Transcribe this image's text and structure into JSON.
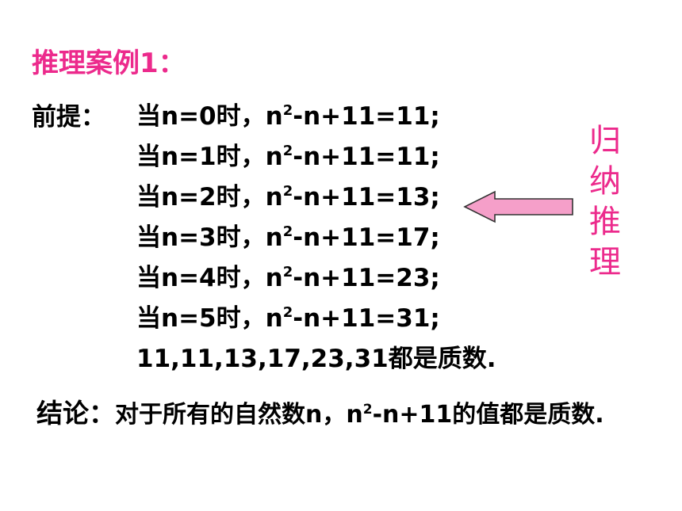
{
  "title": "推理案例1：",
  "premise_label": "前提：",
  "premises": [
    {
      "prefix": "当n=0时，n",
      "sup": "2",
      "suffix": "-n+11=11;"
    },
    {
      "prefix": "当n=1时，n",
      "sup": "2",
      "suffix": "-n+11=11;"
    },
    {
      "prefix": "当n=2时，n",
      "sup": "2",
      "suffix": "-n+11=13;"
    },
    {
      "prefix": "当n=3时，n",
      "sup": "2",
      "suffix": "-n+11=17;"
    },
    {
      "prefix": "当n=4时，n",
      "sup": "2",
      "suffix": "-n+11=23;"
    },
    {
      "prefix": "当n=5时，n",
      "sup": "2",
      "suffix": "-n+11=31;"
    }
  ],
  "summary": "11,11,13,17,23,31都是质数.",
  "conclusion": {
    "label": "结论：",
    "prefix": "对于所有的自然数n，n",
    "sup": "2",
    "suffix": "-n+11的值都是质数."
  },
  "side_label": [
    "归",
    "纳",
    "推",
    "理"
  ],
  "colors": {
    "accent": "#ec2a8c",
    "arrow_fill": "#f59fc9",
    "text": "#000000"
  }
}
